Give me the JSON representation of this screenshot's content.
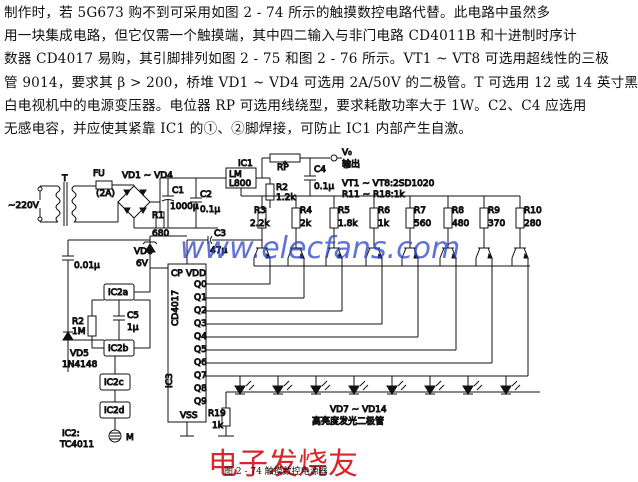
{
  "paragraph": [
    "制作时，若 5G673 购不到可采用如图 2 - 74 所示的触摸数控电路代替。此电路中虽然多",
    "用一块集成电路，但它仅需一个触摸端，其中四二输入与非门电路 CD4011B 和十进制时序计",
    "数器 CD4017 易购，其引脚排列如图 2 - 75 和图 2 - 76 所示。VT1 ~ VT8 可选用超线性的三极",
    "管 9014，要求其 β > 200，桥堆 VD1 ~ VD4 可选用 2A/50V 的二极管。T 可选用 12 或 14 英寸黑",
    "白电视机中的电源变压器。电位器 RP 可选用线绕型，要求耗散功率大于 1W。C2、C4 应选用",
    "无感电容，并应使其紧靠 IC1 的①、②脚焊接，可防止 IC1 内部产生自激。"
  ],
  "circuit": {
    "labels": {
      "t": "T",
      "ac": "~220V",
      "fu": "FU",
      "fu_rating": "(2A)",
      "bridge": "VD1 ~ VD4",
      "c1": "C1",
      "c1_val": "1000μ",
      "c2": "C2",
      "c2_val": "0.1μ",
      "r1": "R1",
      "r1_val": "680",
      "ic1": "IC1",
      "ic1_part": "LM",
      "ic1_num": "L800",
      "rp": "RP",
      "r2": "R2",
      "r2_val": "1.2k",
      "c4": "C4",
      "c4_val": "0.1μ",
      "vo": "V₀",
      "vo_out": "输出",
      "vt_note": "VT1 ~ VT8:2SD1020",
      "r_note": "R11 ~ R18:1k",
      "r3": "R3",
      "r3_val": "2.2k",
      "r4": "R4",
      "r4_val": "2k",
      "r5": "R5",
      "r5_val": "1.8k",
      "r6": "R6",
      "r6_val": "1k",
      "r7": "R7",
      "r7_val": "560",
      "r8": "R8",
      "r8_val": "480",
      "r9": "R9",
      "r9_val": "370",
      "r10": "R10",
      "r10_val": "280",
      "c3_val": "0.01μ",
      "vd6": "VD6",
      "vd6_val": "6V",
      "c3": "C3",
      "c3_cap": "47μ",
      "ic2a": "IC2a",
      "ic2b": "IC2b",
      "ic2c": "IC2c",
      "ic2d": "IC2d",
      "r2b": "R2",
      "r2b_val": "1M",
      "c5": "C5",
      "c5_val": "1μ",
      "vd5": "VD5",
      "vd5_part": "1N4148",
      "ic2_note": "IC2:",
      "ic2_part": "TC4011",
      "m": "M",
      "cp": "CP",
      "vdd": "VDD",
      "vss": "VSS",
      "ic3": "IC3",
      "cd4017": "CD4017",
      "q_pins": [
        "Q0",
        "Q1",
        "Q2",
        "Q3",
        "Q4",
        "Q5",
        "Q6",
        "Q7",
        "Q8",
        "Q9"
      ],
      "r19": "R19",
      "r19_val": "1k",
      "led_note": "VD7 ~ VD14",
      "led_desc": "高亮度发光二极管"
    },
    "caption": "图 2 - 74    触摸数控电源器",
    "watermark": "www.elecfans.com",
    "watermark_cn": "电子发烧友"
  }
}
